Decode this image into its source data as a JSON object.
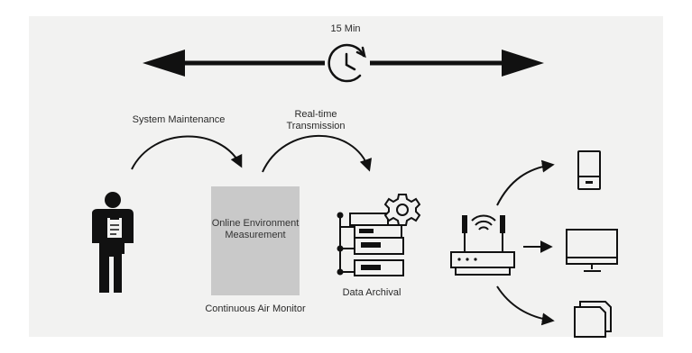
{
  "diagram": {
    "interval_label": "15 Min",
    "maintenance_label": "System Maintenance",
    "realtime_label": "Real-time Transmission",
    "monitor_box_text": "Online Environment Measurement",
    "monitor_caption": "Continuous Air Monitor",
    "archive_caption": "Data Archival",
    "icons": [
      "clock-refresh-icon",
      "person-clipboard-icon",
      "server-gear-icon",
      "wifi-router-icon",
      "mobile-phone-icon",
      "desktop-monitor-icon",
      "documents-icon"
    ],
    "colors": {
      "background": "#f2f2f1",
      "box": "#c9c9c9",
      "ink": "#111111"
    }
  }
}
